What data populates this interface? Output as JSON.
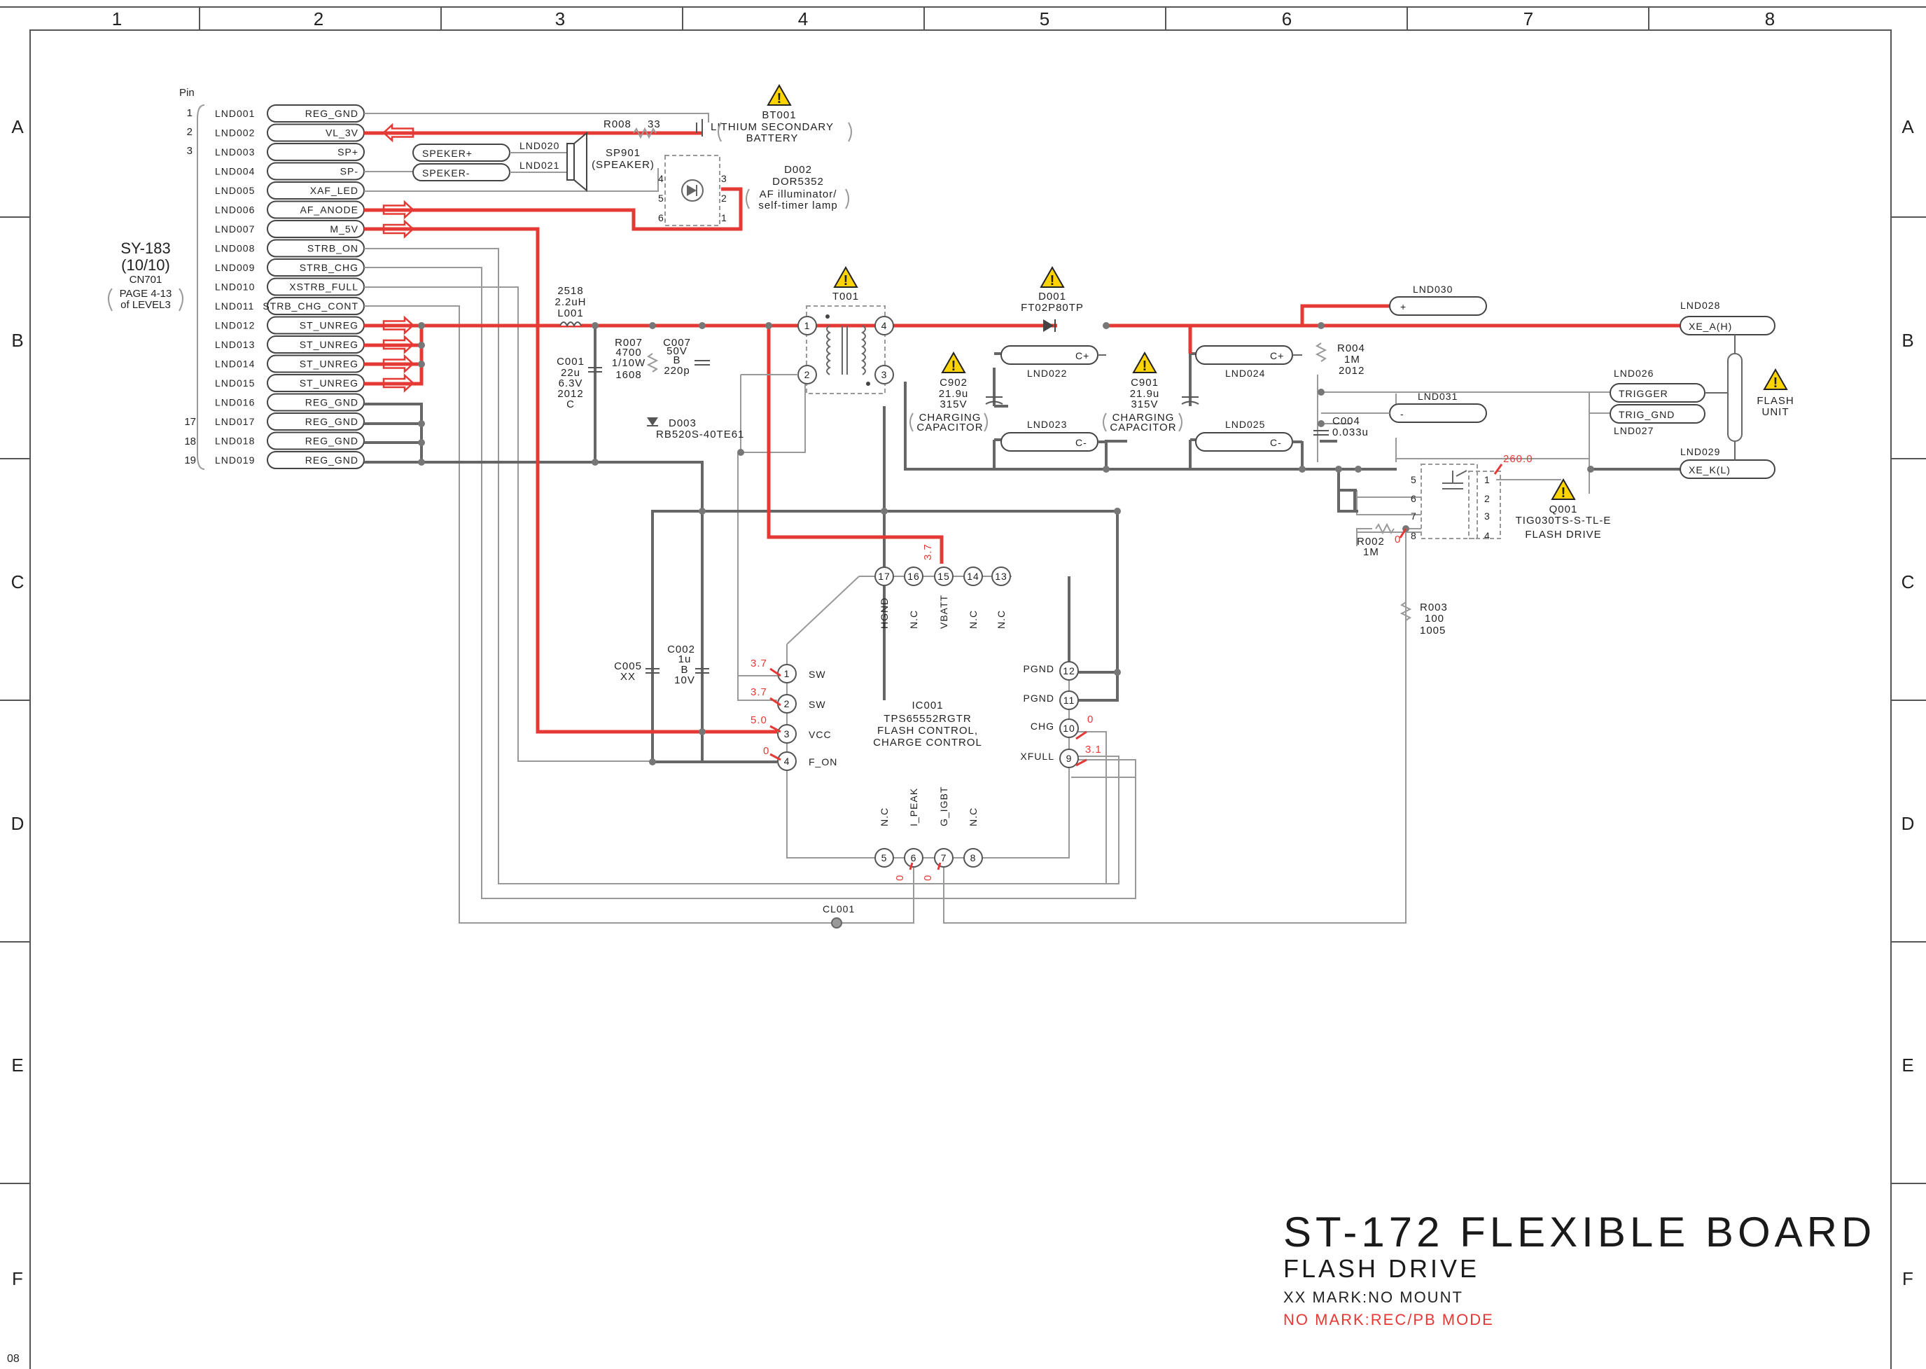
{
  "grid": {
    "columns": [
      "1",
      "2",
      "3",
      "4",
      "5",
      "6",
      "7",
      "8"
    ],
    "rows": [
      "A",
      "B",
      "C",
      "D",
      "E",
      "F"
    ]
  },
  "page_code": "08",
  "connector": {
    "pin_header": "Pin",
    "pin_numbers": [
      "1",
      "2",
      "3",
      "17",
      "18",
      "19"
    ],
    "ref_lines": [
      "SY-183",
      "(10/10)",
      "CN701",
      "PAGE 4-13",
      "of LEVEL3"
    ],
    "lnd": [
      "LND001",
      "LND002",
      "LND003",
      "LND004",
      "LND005",
      "LND006",
      "LND007",
      "LND008",
      "LND009",
      "LND010",
      "LND011",
      "LND012",
      "LND013",
      "LND014",
      "LND015",
      "LND016",
      "LND017",
      "LND018",
      "LND019"
    ],
    "nets": [
      "REG_GND",
      "VL_3V",
      "SP+",
      "SP-",
      "XAF_LED",
      "AF_ANODE",
      "M_5V",
      "STRB_ON",
      "STRB_CHG",
      "XSTRB_FULL",
      "STRB_CHG_CONT",
      "ST_UNREG",
      "ST_UNREG",
      "ST_UNREG",
      "ST_UNREG",
      "REG_GND",
      "REG_GND",
      "REG_GND",
      "REG_GND"
    ]
  },
  "components": {
    "r008": [
      "R008",
      "33"
    ],
    "bt001": [
      "BT001",
      "LITHIUM SECONDARY",
      "BATTERY"
    ],
    "speaker_nets": [
      "SPEKER+",
      "SPEKER-"
    ],
    "lnd_spk": [
      "LND020",
      "LND021"
    ],
    "sp901": [
      "SP901",
      "(SPEAKER)"
    ],
    "d002": [
      "D002",
      "DOR5352",
      "AF illuminator/",
      "self-timer lamp"
    ],
    "d002_pins": [
      "4",
      "5",
      "6",
      "3",
      "2",
      "1"
    ],
    "l001": [
      "2518",
      "2.2uH",
      "L001"
    ],
    "c001": [
      "C001",
      "22u",
      "6.3V",
      "2012",
      "C"
    ],
    "r007": [
      "R007",
      "4700",
      "1/10W",
      "1608"
    ],
    "c007": [
      "C007",
      "50V",
      "B",
      "220p"
    ],
    "d003": [
      "D003",
      "RB520S-40TE61"
    ],
    "t001": [
      "T001"
    ],
    "t001_pins": [
      "1",
      "2",
      "4",
      "3"
    ],
    "d001": [
      "D001",
      "FT02P80TP"
    ],
    "c902": [
      "C902",
      "21.9u",
      "315V",
      "CHARGING",
      "CAPACITOR"
    ],
    "c901": [
      "C901",
      "21.9u",
      "315V",
      "CHARGING",
      "CAPACITOR"
    ],
    "lnd_caps": [
      "LND022",
      "LND023",
      "LND024",
      "LND025"
    ],
    "cap_pins": [
      "C+",
      "C-",
      "C+",
      "C-"
    ],
    "lnd030": [
      "LND030",
      "+"
    ],
    "lnd031": [
      "LND031",
      "-"
    ],
    "r004": [
      "R004",
      "1M",
      "2012"
    ],
    "c004": [
      "C004",
      "0.033u"
    ],
    "lnd_flash": [
      "LND028",
      "XE_A(H)",
      "LND026",
      "TRIGGER",
      "TRIG_GND",
      "LND027",
      "LND029",
      "XE_K(L)"
    ],
    "flash_unit": [
      "FLASH",
      "UNIT"
    ],
    "q001": [
      "Q001",
      "TIG030TS-S-TL-E",
      "FLASH DRIVE"
    ],
    "q001_pins": [
      "5",
      "6",
      "7",
      "8",
      "1",
      "2",
      "3",
      "4"
    ],
    "r002": [
      "R002",
      "1M"
    ],
    "r003": [
      "R003",
      "100",
      "1005"
    ],
    "c005": [
      "C005",
      "XX"
    ],
    "c002": [
      "C002",
      "1u",
      "B",
      "10V"
    ],
    "cl001": "CL001"
  },
  "ic": {
    "ref": "IC001",
    "part": "TPS65552RGTR",
    "desc1": "FLASH CONTROL,",
    "desc2": "CHARGE CONTROL",
    "top_pins": [
      "17",
      "16",
      "15",
      "14",
      "13"
    ],
    "top_names": [
      "HGND",
      "N.C",
      "VBATT",
      "N.C",
      "N.C"
    ],
    "bottom_pins": [
      "5",
      "6",
      "7",
      "8"
    ],
    "bottom_names": [
      "N.C",
      "I_PEAK",
      "G_IGBT",
      "N.C"
    ],
    "left_pins": [
      "1",
      "2",
      "3",
      "4"
    ],
    "left_names": [
      "SW",
      "SW",
      "VCC",
      "F_ON"
    ],
    "right_pins": [
      "12",
      "11",
      "10",
      "9"
    ],
    "right_names": [
      "PGND",
      "PGND",
      "CHG",
      "XFULL"
    ]
  },
  "voltages": {
    "vbatt": "3.7",
    "sw1": "3.7",
    "sw2": "3.7",
    "vcc": "5.0",
    "f_on": "0",
    "chg": "0",
    "xfull": "3.1",
    "i_peak": "0",
    "g_igbt": "0",
    "q001_gate": "0",
    "q001_drain": "260.0"
  },
  "title": {
    "main": "ST-172 FLEXIBLE BOARD",
    "sub": "FLASH DRIVE",
    "note1": "XX MARK:NO MOUNT",
    "note2": "NO MARK:REC/PB MODE"
  }
}
